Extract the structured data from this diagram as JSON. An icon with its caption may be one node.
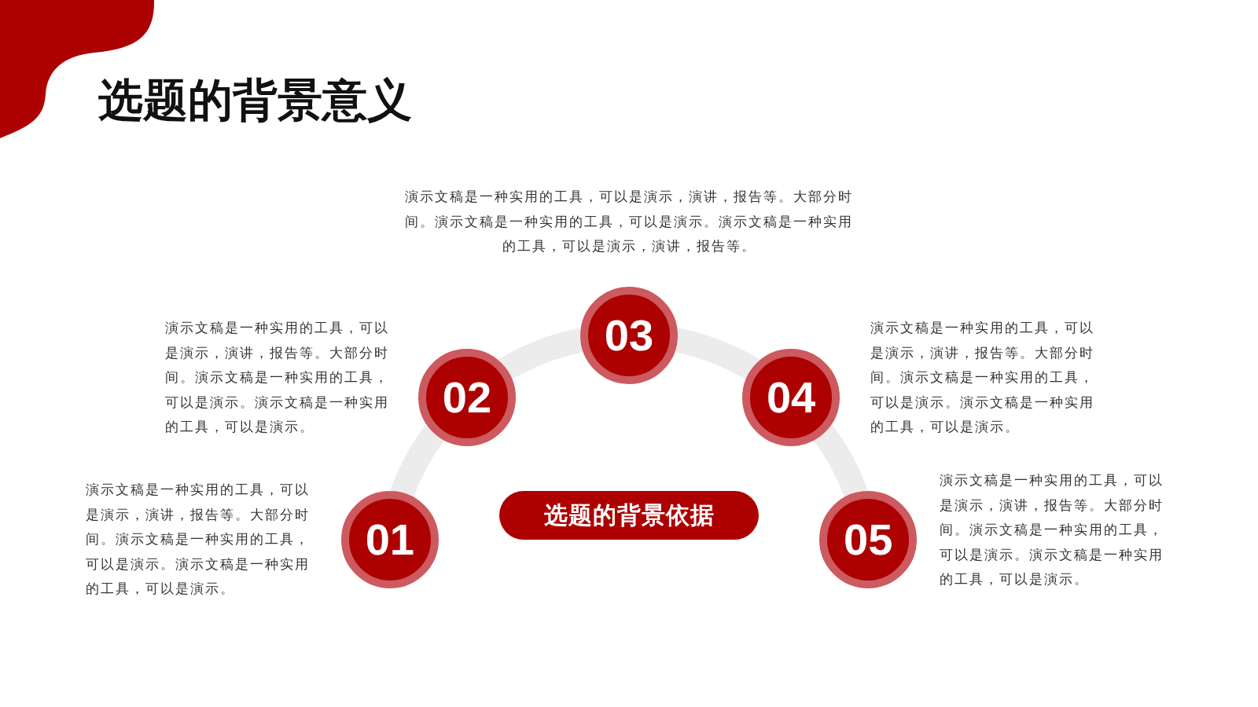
{
  "diagram": {
    "title": "选题的背景意义",
    "nodes": [
      {
        "text": [
          "01"
        ],
        "beside": [
          "演示文稿是一种实用的工具，可以是演示，演讲，报告等。大部分时间。演示文稿是一种实用的工具，可以是演示。演示文稿是一种实用的工具，可以是演示。"
        ]
      },
      {
        "text": [
          "02"
        ],
        "beside": [
          "演示文稿是一种实用的工具，可以是演示，演讲，报告等。大部分时间。演示文稿是一种实用的工具，可以是演示。演示文稿是一种实用的工具，可以是演示。"
        ]
      },
      {
        "text": [
          "03"
        ],
        "beside": [
          "演示文稿是一种实用的工具，可以是演示，演讲，报告等。大部分时间。演示文稿是一种实用的工具，可以是演示。演示文稿是一种实用的工具，可以是演示，演讲，报告等。"
        ]
      },
      {
        "text": [
          "04"
        ],
        "beside": [
          "演示文稿是一种实用的工具，可以是演示，演讲，报告等。大部分时间。演示文稿是一种实用的工具，可以是演示。演示文稿是一种实用的工具，可以是演示。"
        ]
      },
      {
        "text": [
          "05"
        ],
        "beside": [
          "演示文稿是一种实用的工具，可以是演示，演讲，报告等。大部分时间。演示文稿是一种实用的工具，可以是演示。演示文稿是一种实用的工具，可以是演示。"
        ]
      },
      {
        "text": [
          "选题的背景依据"
        ]
      }
    ],
    "edges": [
      {
        "from": 0,
        "to": 1,
        "arrow": "none"
      },
      {
        "from": 1,
        "to": 2,
        "arrow": "none"
      },
      {
        "from": 2,
        "to": 3,
        "arrow": "none"
      },
      {
        "from": 3,
        "to": 4,
        "arrow": "none"
      }
    ]
  }
}
